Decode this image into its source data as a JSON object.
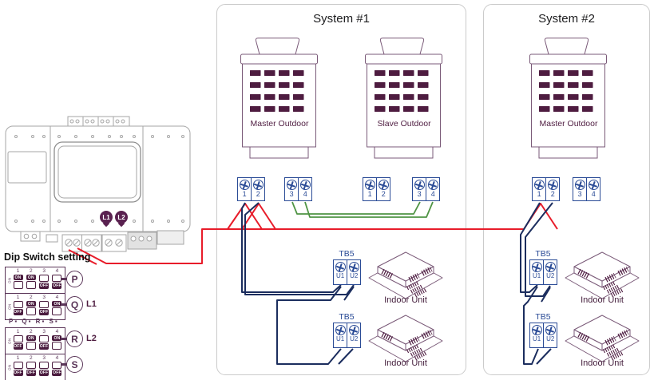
{
  "diagram": {
    "systems": [
      {
        "title": "System #1",
        "outdoor_units": [
          "Master Outdoor",
          "Slave Outdoor"
        ],
        "indoor_units": [
          "Indoor Unit",
          "Indoor Unit"
        ]
      },
      {
        "title": "System #2",
        "outdoor_units": [
          "Master Outdoor"
        ],
        "indoor_units": [
          "Indoor Unit",
          "Indoor Unit"
        ]
      }
    ],
    "terminal_labels": {
      "t1": "1",
      "t2": "2",
      "t3": "3",
      "t4": "4",
      "u1": "U1",
      "u2": "U2",
      "tb5": "TB5"
    },
    "controller": {
      "l1": "L1",
      "l2": "L2"
    },
    "dip": {
      "title": "Dip Switch setting",
      "on_text": "ON",
      "legend": "P▪ Q▪ R▪ S▪",
      "columns": [
        "1",
        "2",
        "3",
        "4"
      ],
      "blocks": [
        {
          "id": "P",
          "switches": [
            "ON",
            "ON",
            "OFF",
            "OFF"
          ],
          "side_label": ""
        },
        {
          "id": "Q",
          "switches": [
            "OFF",
            "ON",
            "OFF",
            "ON"
          ],
          "side_label": "L1"
        },
        {
          "id": "R",
          "switches": [
            "OFF",
            "ON",
            "OFF",
            "ON"
          ],
          "side_label": "L2"
        },
        {
          "id": "S",
          "switches": [
            "OFF",
            "OFF",
            "OFF",
            "OFF"
          ],
          "side_label": ""
        }
      ]
    },
    "colors": {
      "wire_red": "#e81c2a",
      "wire_navy": "#1b2d5e",
      "wire_green": "#4f9444",
      "plum": "#4e1c40",
      "unit_outline": "#7a5a78",
      "terminal_navy": "#2a4b96",
      "box_border": "#cbcbcb",
      "dip": "#5a3558",
      "badge": "#5a2150"
    }
  }
}
